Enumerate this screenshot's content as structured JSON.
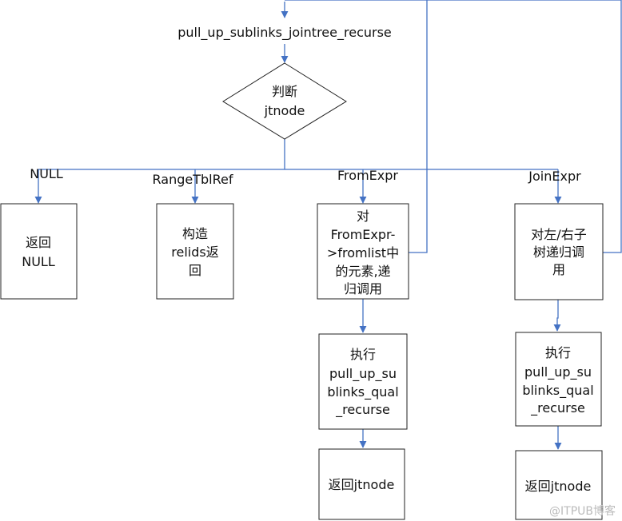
{
  "colors": {
    "edge": "#4472c4",
    "box_border": "#222222",
    "text": "#111111",
    "watermark": "#bbbbbb"
  },
  "nodes": {
    "start": "pull_up_sublinks_jointree_recurse",
    "decision": [
      "判断",
      "jtnode"
    ],
    "null_box": [
      "返回",
      "NULL"
    ],
    "rangetblref_box": [
      "构造",
      "relids返",
      "回"
    ],
    "fromexpr_box": [
      "对",
      "FromExpr-",
      ">fromlist中",
      "的元素,递",
      "归调用"
    ],
    "joinexpr_box": [
      "对左/右子",
      "树递归调",
      "用"
    ],
    "fromexpr_qual_box": [
      "执行",
      "pull_up_su",
      "blinks_qual",
      "_recurse"
    ],
    "joinexpr_qual_box": [
      "执行",
      "pull_up_su",
      "blinks_qual",
      "_recurse"
    ],
    "fromexpr_return_box": "返回jtnode",
    "joinexpr_return_box": "返回jtnode"
  },
  "edge_labels": {
    "null": "NULL",
    "rangetblref": "RangeTblRef",
    "fromexpr": "FromExpr",
    "joinexpr": "JoinExpr"
  },
  "watermark": "@ITPUB博客"
}
